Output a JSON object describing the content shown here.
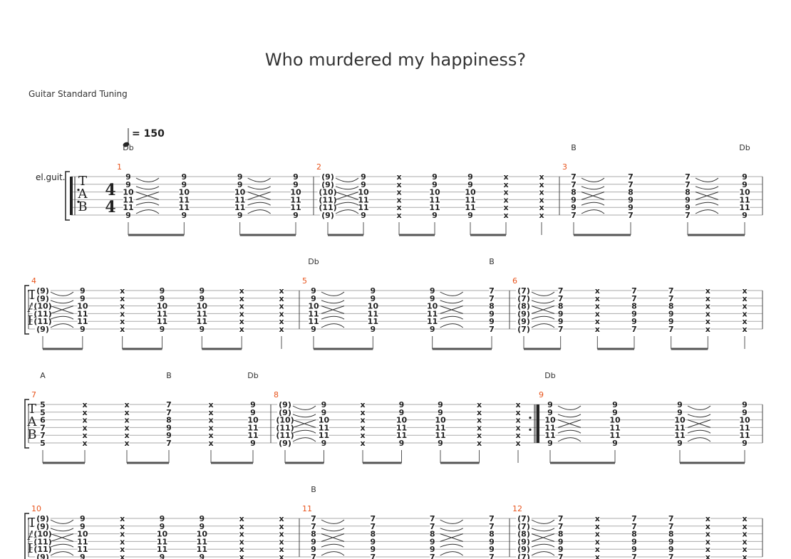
{
  "title": "Who murdered my happiness?",
  "tuning": "Guitar Standard Tuning",
  "tempo": "= 150",
  "instrument": "el.guit.",
  "tab_label": [
    "T",
    "A",
    "B"
  ],
  "time_signature": [
    "4",
    "4"
  ],
  "chord_shapes": {
    "Db": [
      "9",
      "9",
      "10",
      "11",
      "11",
      "9"
    ],
    "Dbt": [
      "(9)",
      "(9)",
      "(10)",
      "(11)",
      "(11)",
      "(9)"
    ],
    "B": [
      "7",
      "7",
      "8",
      "9",
      "9",
      "7"
    ],
    "Bt": [
      "(7)",
      "(7)",
      "(8)",
      "(9)",
      "(9)",
      "(7)"
    ],
    "A": [
      "5",
      "5",
      "6",
      "7",
      "7",
      "5"
    ],
    "B2": [
      "7",
      "7",
      "8",
      "9",
      "9",
      "7"
    ],
    "x": [
      "x",
      "x",
      "x",
      "x",
      "x",
      "x"
    ]
  },
  "systems": [
    {
      "measures": [
        {
          "number": "1",
          "chords": [
            {
              "label": "Db",
              "beat": 0
            }
          ],
          "beats": [
            "Db",
            "Db",
            "Db",
            "Db"
          ],
          "pattern": "A"
        },
        {
          "number": "2",
          "chords": [],
          "beats": [
            "Dbt",
            "Db",
            "x",
            "Db",
            "Db",
            "x",
            "x"
          ],
          "pattern": "B"
        },
        {
          "number": "3",
          "chords": [
            {
              "label": "B",
              "beat": 0
            },
            {
              "label": "Db",
              "beat": 3
            }
          ],
          "beats": [
            "B",
            "B",
            "B",
            "Db"
          ],
          "pattern": "A"
        }
      ]
    },
    {
      "measures": [
        {
          "number": "4",
          "chords": [],
          "beats": [
            "Dbt",
            "Db",
            "x",
            "Db",
            "Db",
            "x",
            "x"
          ],
          "pattern": "B"
        },
        {
          "number": "5",
          "chords": [
            {
              "label": "Db",
              "beat": 0
            },
            {
              "label": "B",
              "beat": 3
            }
          ],
          "beats": [
            "Db",
            "Db",
            "Db",
            "B"
          ],
          "pattern": "A"
        },
        {
          "number": "6",
          "chords": [],
          "beats": [
            "Bt",
            "B",
            "x",
            "B",
            "B",
            "x",
            "x"
          ],
          "pattern": "B"
        }
      ]
    },
    {
      "measures": [
        {
          "number": "7",
          "chords": [
            {
              "label": "A",
              "beat": 0
            },
            {
              "label": "B",
              "beat": 3
            },
            {
              "label": "Db",
              "beat": 5
            }
          ],
          "beats": [
            "A",
            "x",
            "x",
            "B2",
            "x",
            "Db"
          ],
          "pattern": "C"
        },
        {
          "number": "8",
          "chords": [],
          "beats": [
            "Dbt",
            "Db",
            "x",
            "Db",
            "Db",
            "x",
            "x"
          ],
          "pattern": "B"
        },
        {
          "number": "9",
          "chords": [
            {
              "label": "Db",
              "beat": 0
            }
          ],
          "beats": [
            "Db",
            "Db",
            "Db",
            "Db"
          ],
          "pattern": "A"
        }
      ]
    },
    {
      "measures": [
        {
          "number": "10",
          "chords": [],
          "beats": [
            "Dbt",
            "Db",
            "x",
            "Db",
            "Db",
            "x",
            "x"
          ],
          "pattern": "B"
        },
        {
          "number": "11",
          "chords": [
            {
              "label": "B",
              "beat": 0
            }
          ],
          "beats": [
            "B",
            "B",
            "B",
            "B"
          ],
          "pattern": "A"
        },
        {
          "number": "12",
          "chords": [],
          "beats": [
            "Bt",
            "B",
            "x",
            "B",
            "B",
            "x",
            "x"
          ],
          "pattern": "B"
        }
      ]
    }
  ]
}
